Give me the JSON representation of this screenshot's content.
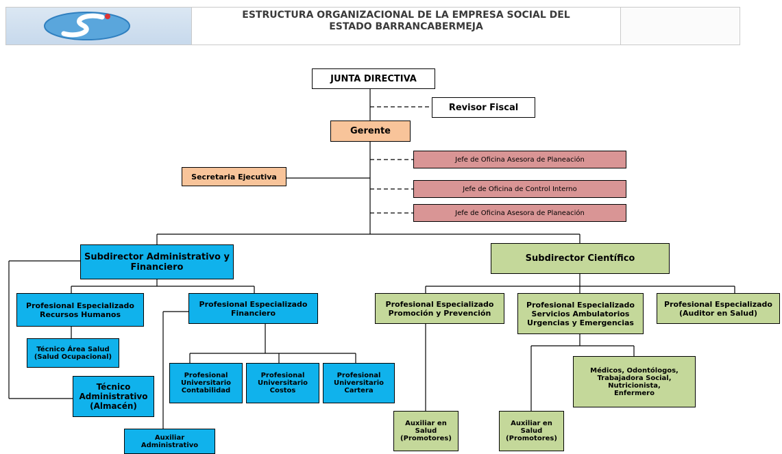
{
  "header": {
    "title_line1": "ESTRUCTURA ORGANIZACIONAL DE LA EMPRESA SOCIAL DEL",
    "title_line2": "ESTADO BARRANCABERMEJA"
  },
  "org": {
    "junta": "JUNTA DIRECTIVA",
    "revisor": "Revisor Fiscal",
    "gerente": "Gerente",
    "secretaria": "Secretaria Ejecutiva",
    "jefe_planeacion_1": "Jefe de Oficina Asesora de Planeación",
    "jefe_control": "Jefe de Oficina de Control Interno",
    "jefe_planeacion_2": "Jefe de Oficina Asesora de Planeación",
    "sub_admin": "Subdirector Administrativo y\nFinanciero",
    "sub_cientifico": "Subdirector Científico",
    "pe_rrhh": "Profesional Especializado\nRecursos Humanos",
    "pe_financiero": "Profesional Especializado\nFinanciero",
    "tec_salud": "Técnico Área Salud\n(Salud Ocupacional)",
    "tec_admin": "Técnico\nAdministrativo\n(Almacén)",
    "aux_admin": "Auxiliar\nAdministrativo",
    "pu_contabilidad": "Profesional\nUniversitario\nContabilidad",
    "pu_costos": "Profesional\nUniversitario\nCostos",
    "pu_cartera": "Profesional\nUniversitario\nCartera",
    "pe_promocion": "Profesional Especializado\nPromoción y Prevención",
    "pe_servicios": "Profesional Especializado\nServicios Ambulatorios\nUrgencias y Emergencias",
    "pe_auditor": "Profesional Especializado\n(Auditor en Salud)",
    "medicos": "Médicos, Odontólogos,\nTrabajadora Social,\nNutricionista,\nEnfermero",
    "aux_salud_1": "Auxiliar en\nSalud\n(Promotores)",
    "aux_salud_2": "Auxiliar en\nSalud\n(Promotores)"
  }
}
